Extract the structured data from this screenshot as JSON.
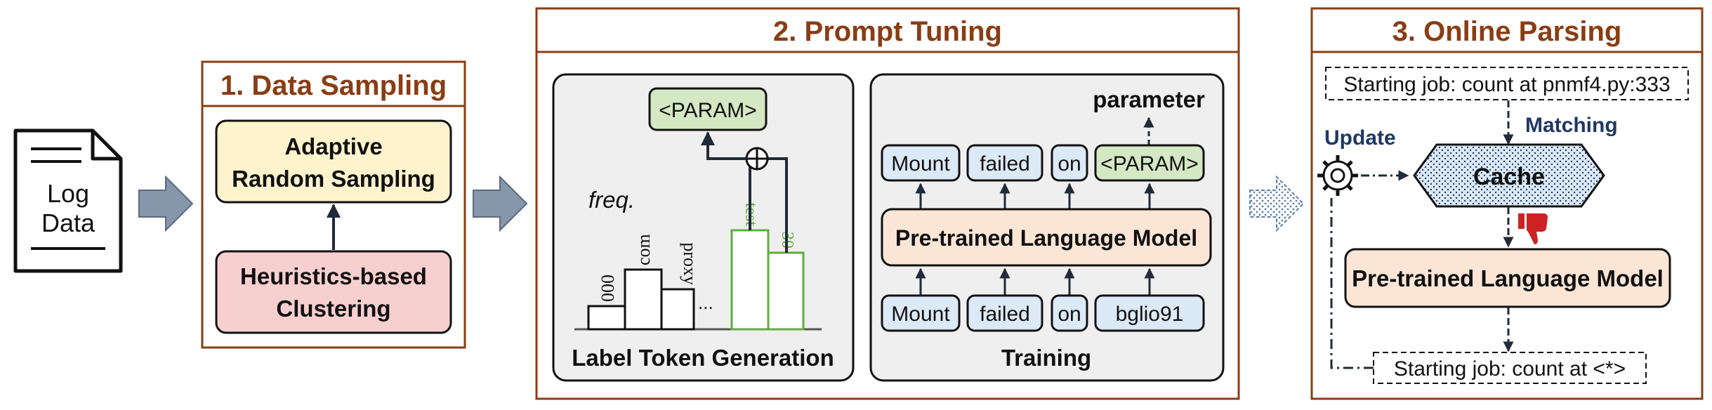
{
  "log": {
    "line1": "Log",
    "line2": "Data"
  },
  "data_sampling": {
    "title": "1. Data Sampling",
    "adaptive_line1": "Adaptive",
    "adaptive_line2": "Random Sampling",
    "clustering_line1": "Heuristics-based",
    "clustering_line2": "Clustering"
  },
  "prompt_tuning": {
    "title": "2. Prompt Tuning",
    "label_gen": {
      "param": "<PARAM>",
      "freq": "freq.",
      "caption": "Label Token Generation",
      "bar_labels": [
        "000",
        "com",
        "proxy",
        "test",
        "30"
      ],
      "ellipsis": "..."
    },
    "training": {
      "parameter": "parameter",
      "outputs": [
        "Mount",
        "failed",
        "on",
        "<PARAM>"
      ],
      "model": "Pre-trained Language Model",
      "inputs": [
        "Mount",
        "failed",
        "on",
        "bglio91"
      ],
      "caption": "Training"
    }
  },
  "online_parsing": {
    "title": "3. Online Parsing",
    "input_log": "Starting job: count at pnmf4.py:333",
    "matching": "Matching",
    "update": "Update",
    "cache": "Cache",
    "model": "Pre-trained Language Model",
    "output_template": "Starting job: count at <*>"
  },
  "colors": {
    "section_border": "#8a3d14",
    "title": "#8a3d14",
    "adaptive_fill": "#fdf3cd",
    "clustering_fill": "#f8cfcf",
    "token_fill": "#dce9f7",
    "param_fill": "#d5e8c4",
    "model_fill": "#fbe6d6",
    "panel_fill": "#efefef",
    "arrow_fill": "#8696ab",
    "green": "#5fae3e",
    "navy": "#1f3864",
    "thumb": "#cc2222"
  }
}
